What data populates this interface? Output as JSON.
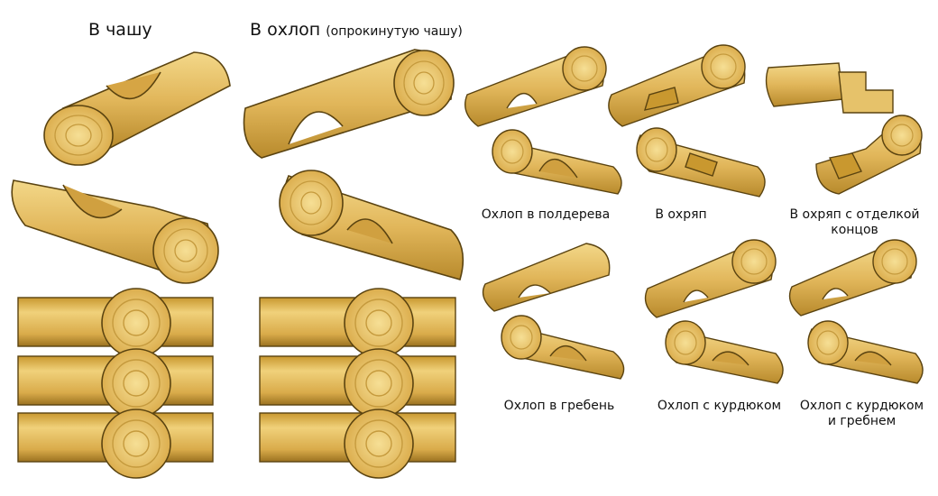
{
  "titles": {
    "v_chashu": "В чашу",
    "v_okhlop": "В охлоп",
    "v_okhlop_note": "(опрокинутую чашу)"
  },
  "captions": {
    "okhlop_v_poldereva": "Охлоп в полдерева",
    "v_okhryap": "В охряп",
    "v_okhryap_otdelka_line1": "В охряп с отделкой",
    "v_okhryap_otdelka_line2": "концов",
    "okhlop_v_greben": "Охлоп в гребень",
    "okhlop_s_kurdyukom": "Охлоп с курдюком",
    "okhlop_s_kurdyukom_greben_line1": "Охлоп с курдюком",
    "okhlop_s_kurdyukom_greben_line2": "и гребнем"
  },
  "colors": {
    "wood": "#e2b85a",
    "wood_light": "#f0d27c",
    "wood_dark": "#b98b2c",
    "outline": "#5a4310",
    "ring": "#c59a3d"
  }
}
